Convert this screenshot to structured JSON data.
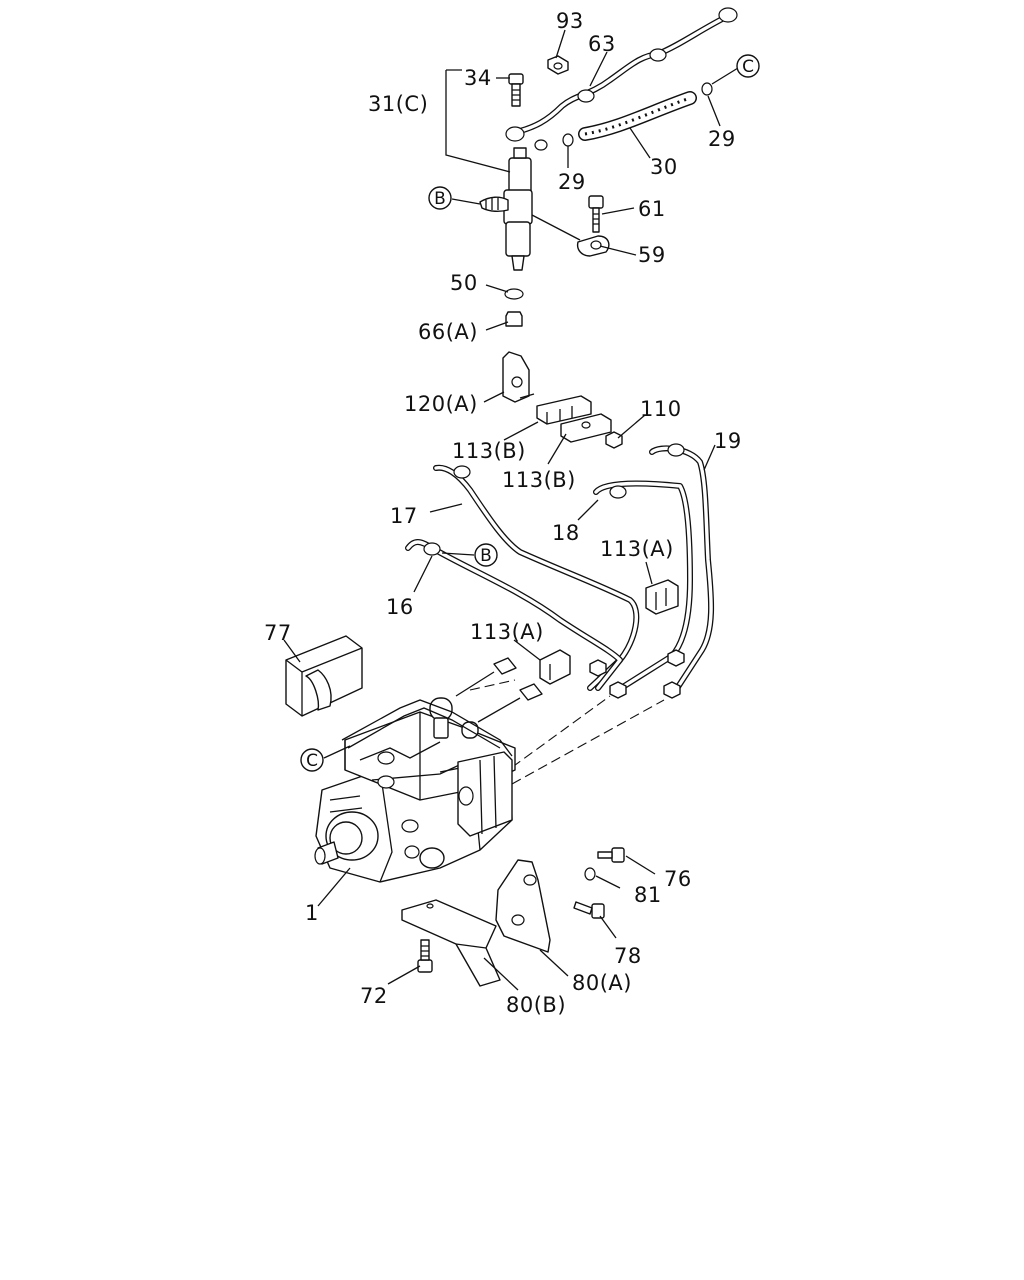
{
  "diagram": {
    "labels": {
      "p93": "93",
      "p63": "63",
      "p34": "34",
      "p31c": "31(C)",
      "p29a": "29",
      "p29b": "29",
      "p30": "30",
      "p61": "61",
      "p59": "59",
      "p50": "50",
      "p66a": "66(A)",
      "p120a": "120(A)",
      "p110": "110",
      "p19": "19",
      "p113b1": "113(B)",
      "p113b2": "113(B)",
      "p17": "17",
      "p18": "18",
      "p113a1": "113(A)",
      "p16": "16",
      "p77": "77",
      "p113a2": "113(A)",
      "p76": "76",
      "p81": "81",
      "p1": "1",
      "p78": "78",
      "p80a": "80(A)",
      "p72": "72",
      "p80b": "80(B)"
    },
    "refs": {
      "c_top": "C",
      "b_injector": "B",
      "b_pipe": "B",
      "c_pump": "C"
    }
  }
}
